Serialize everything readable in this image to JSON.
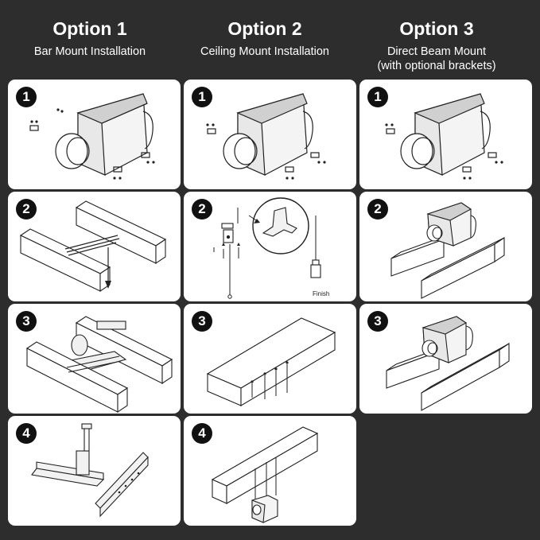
{
  "columns": [
    {
      "title": "Option 1",
      "subtitle": "Bar Mount Installation"
    },
    {
      "title": "Option 2",
      "subtitle": "Ceiling Mount Installation"
    },
    {
      "title": "Option 3",
      "subtitle": "Direct Beam Mount\n(with optional brackets)"
    }
  ],
  "steps": [
    "1",
    "2",
    "3",
    "4"
  ],
  "finish_label": "Finish",
  "colors": {
    "background": "#2d2d2d",
    "panel": "#ffffff",
    "badge": "#111111",
    "line": "#222222"
  }
}
